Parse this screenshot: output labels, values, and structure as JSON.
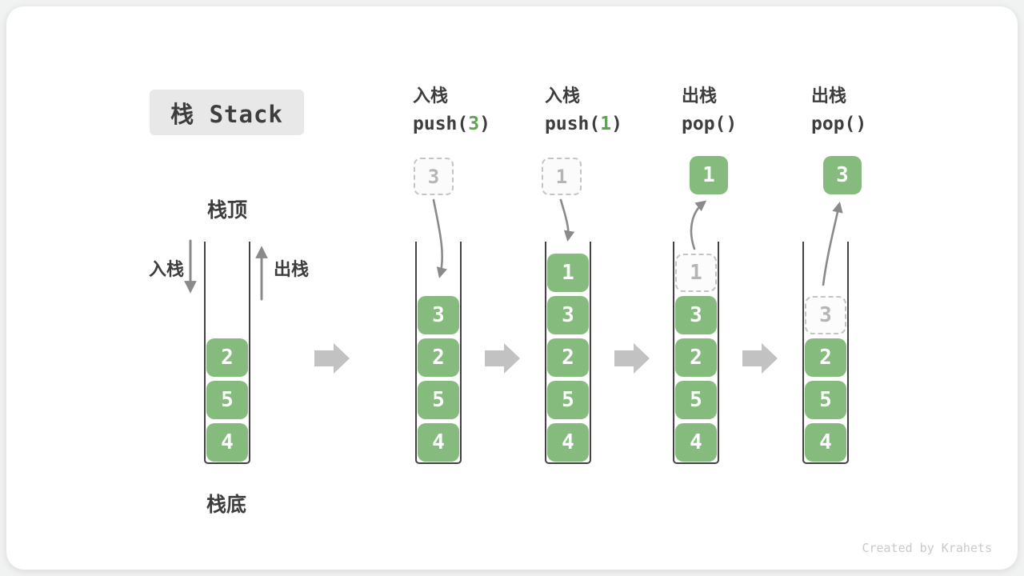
{
  "title": {
    "text": "栈 Stack"
  },
  "labels": {
    "stack_top": "栈顶",
    "stack_bottom": "栈底",
    "push_side": "入栈",
    "pop_side": "出栈"
  },
  "watermark": "Created by Krahets",
  "colors": {
    "cell_green": "#86BB7E",
    "code_arg_green": "#5FA351",
    "text_dark": "#3D3D3D",
    "curve_arrow_gray": "#8A8A8A",
    "flow_arrow_gray": "#C2C2C2",
    "ghost_gray": "#B5B5B5",
    "title_bg": "#E8E8E8",
    "watermark_gray": "#C9C9C9"
  },
  "columns": [
    {
      "header": null,
      "floater": null,
      "cells": [
        {
          "v": "2"
        },
        {
          "v": "5"
        },
        {
          "v": "4"
        }
      ]
    },
    {
      "header": {
        "op": "入栈",
        "code_prefix": "push(",
        "code_arg": "3",
        "code_suffix": ")"
      },
      "floater": {
        "v": "3",
        "variant": "dashed"
      },
      "cells": [
        {
          "v": "3"
        },
        {
          "v": "2"
        },
        {
          "v": "5"
        },
        {
          "v": "4"
        }
      ]
    },
    {
      "header": {
        "op": "入栈",
        "code_prefix": "push(",
        "code_arg": "1",
        "code_suffix": ")"
      },
      "floater": {
        "v": "1",
        "variant": "dashed"
      },
      "cells": [
        {
          "v": "1"
        },
        {
          "v": "3"
        },
        {
          "v": "2"
        },
        {
          "v": "5"
        },
        {
          "v": "4"
        }
      ]
    },
    {
      "header": {
        "op": "出栈",
        "code_prefix": "pop(",
        "code_arg": "",
        "code_suffix": ")"
      },
      "floater": {
        "v": "1",
        "variant": "solid"
      },
      "cells": [
        {
          "v": "1",
          "ghost": true
        },
        {
          "v": "3"
        },
        {
          "v": "2"
        },
        {
          "v": "5"
        },
        {
          "v": "4"
        }
      ]
    },
    {
      "header": {
        "op": "出栈",
        "code_prefix": "pop(",
        "code_arg": "",
        "code_suffix": ")"
      },
      "floater": {
        "v": "3",
        "variant": "solid"
      },
      "cells": [
        {
          "v": "3",
          "ghost": true
        },
        {
          "v": "2"
        },
        {
          "v": "5"
        },
        {
          "v": "4"
        }
      ]
    }
  ]
}
